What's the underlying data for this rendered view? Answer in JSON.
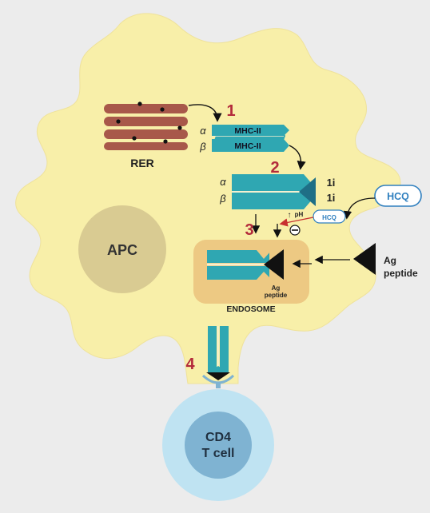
{
  "labels": {
    "rer": "RER",
    "apc": "APC",
    "endosome": "ENDOSOME",
    "cd4_line1": "CD4",
    "cd4_line2": "T cell",
    "ag_peptide_line1": "Ag",
    "ag_peptide_line2": "peptide",
    "endo_ag_line1": "Ag",
    "endo_ag_line2": "peptide",
    "hcq_large": "HCQ",
    "hcq_small": "HCQ",
    "ph": "pH",
    "ph_arrow": "↑",
    "inhibit": "⊖",
    "mhc_alpha_chain": "MHC-II",
    "mhc_beta_chain": "MHC-II",
    "alpha": "α",
    "beta": "β",
    "alpha2": "α",
    "beta2": "β",
    "ii_top": "1i",
    "ii_bottom": "1i"
  },
  "steps": [
    "1",
    "2",
    "3",
    "4"
  ],
  "colors": {
    "cell_fill": "#f8efa9",
    "cell_stroke": "#e9dd90",
    "background": "#ececec",
    "rer_fill": "#a8584a",
    "mhc_teal": "#2fa7b2",
    "mhc_dark": "#1f6f86",
    "step_red": "#b32b3b",
    "apc_fill": "#d9cb92",
    "endosome_fill": "#edc983",
    "tcell_outer": "#bfe3f2",
    "tcell_inner": "#7fb3d2",
    "hcq_blue": "#2f7fbf"
  }
}
